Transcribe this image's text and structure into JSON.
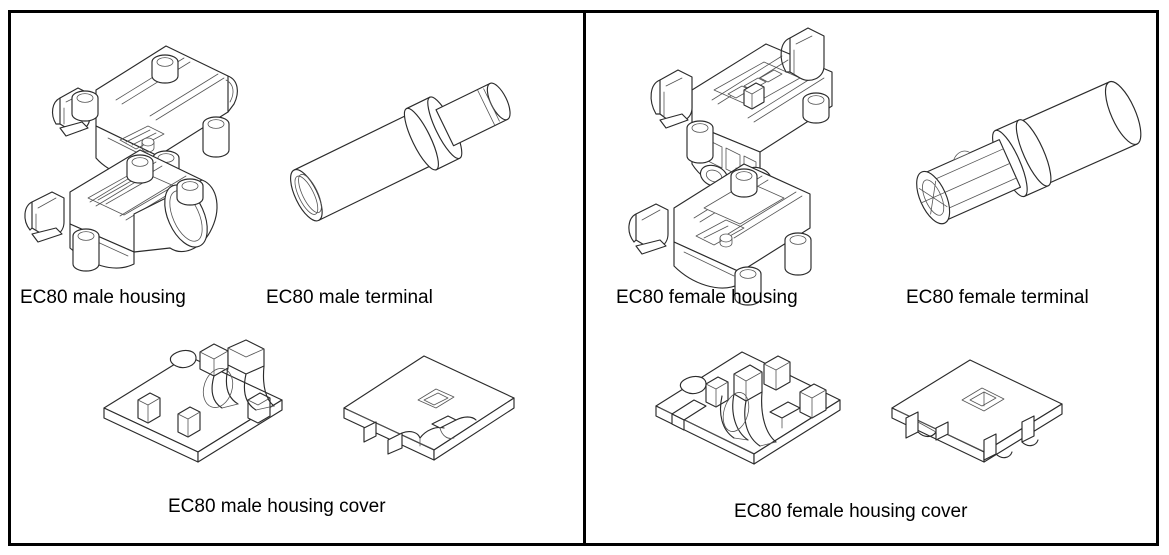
{
  "document": {
    "kind": "parts-illustration-sheet",
    "panels": [
      {
        "id": "male",
        "side": "left",
        "items": [
          {
            "id": "male-housing",
            "label": "EC80 male housing",
            "icon": "housing-isometric"
          },
          {
            "id": "male-terminal",
            "label": "EC80 male terminal",
            "icon": "pin-terminal-isometric"
          },
          {
            "id": "male-housing-cover",
            "label": "EC80 male housing cover",
            "icon": "housing-cover-isometric"
          }
        ]
      },
      {
        "id": "female",
        "side": "right",
        "items": [
          {
            "id": "female-housing",
            "label": "EC80 female housing",
            "icon": "housing-isometric"
          },
          {
            "id": "female-terminal",
            "label": "EC80 female terminal",
            "icon": "socket-terminal-isometric"
          },
          {
            "id": "female-housing-cover",
            "label": "EC80 female housing cover",
            "icon": "housing-cover-isometric"
          }
        ]
      }
    ]
  },
  "colors": {
    "border": "#000000",
    "line": "#2b2b2b",
    "line_light": "#555555",
    "background": "#ffffff",
    "text": "#000000"
  }
}
